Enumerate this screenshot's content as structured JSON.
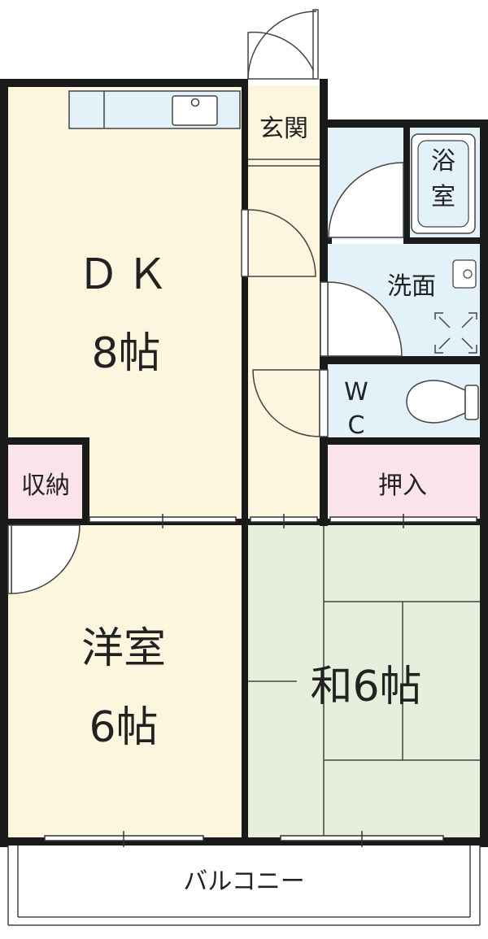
{
  "floor_plan": {
    "rooms": {
      "dk": {
        "line1": "ＤＫ",
        "line2": "8帖"
      },
      "storage": {
        "label": "収納"
      },
      "western": {
        "line1": "洋室",
        "line2": "6帖"
      },
      "japanese": {
        "label": "和6帖"
      },
      "entrance": {
        "label": "玄関"
      },
      "bath": {
        "line1": "浴",
        "line2": "室"
      },
      "washroom": {
        "label": "洗面"
      },
      "wc": {
        "line1": "W",
        "line2": "C"
      },
      "closet": {
        "label": "押入"
      },
      "balcony": {
        "label": "バルコニー"
      }
    },
    "colors": {
      "wall": "#1a1a1a",
      "floor_wood": "#fdf6df",
      "floor_tatami": "#e6eedc",
      "floor_wet": "#e3f1f9",
      "floor_storage": "#fbe3ea"
    }
  }
}
